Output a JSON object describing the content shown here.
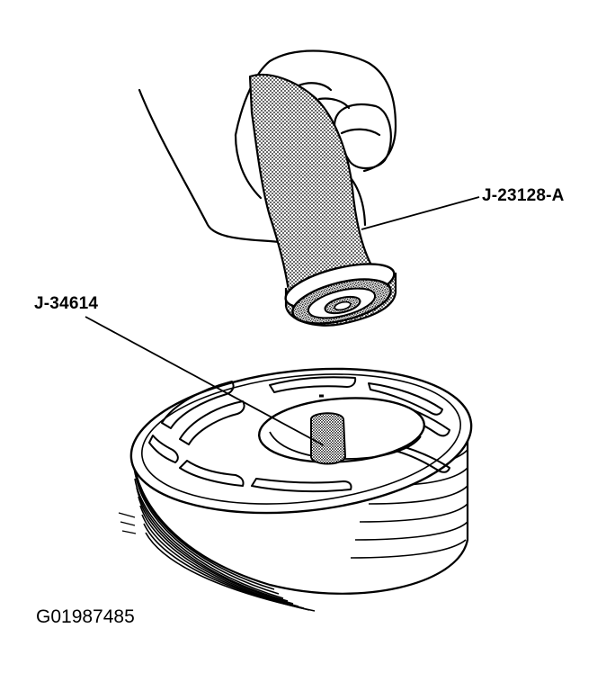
{
  "callouts": {
    "tool": "J-23128-A",
    "installer": "J-34614"
  },
  "figure_id": "G01987485",
  "colors": {
    "ink": "#000000",
    "paper": "#ffffff"
  }
}
